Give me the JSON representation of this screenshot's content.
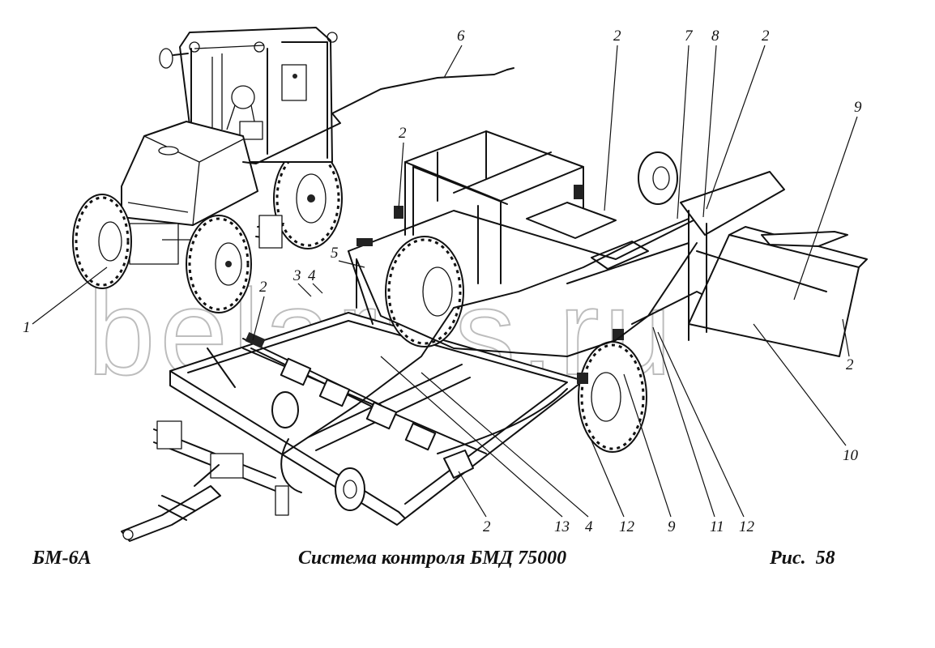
{
  "caption": {
    "model": "БМ-6А",
    "title": "Система контроля  БМД 75000",
    "figure_prefix": "Рис.",
    "figure_number": "58"
  },
  "watermark": "belarus.ru",
  "callouts": [
    {
      "id": "c6",
      "text": "6"
    },
    {
      "id": "c2a",
      "text": "2"
    },
    {
      "id": "c7",
      "text": "7"
    },
    {
      "id": "c8",
      "text": "8"
    },
    {
      "id": "c2b",
      "text": "2"
    },
    {
      "id": "c9a",
      "text": "9"
    },
    {
      "id": "c2c",
      "text": "2"
    },
    {
      "id": "c5",
      "text": "5"
    },
    {
      "id": "c3",
      "text": "3"
    },
    {
      "id": "c4a",
      "text": "4"
    },
    {
      "id": "c2d",
      "text": "2"
    },
    {
      "id": "c1",
      "text": "1"
    },
    {
      "id": "c2e",
      "text": "2"
    },
    {
      "id": "c10",
      "text": "10"
    },
    {
      "id": "c2f",
      "text": "2"
    },
    {
      "id": "c13",
      "text": "13"
    },
    {
      "id": "c4b",
      "text": "4"
    },
    {
      "id": "c12a",
      "text": "12"
    },
    {
      "id": "c9b",
      "text": "9"
    },
    {
      "id": "c11",
      "text": "11"
    },
    {
      "id": "c12b",
      "text": "12"
    }
  ]
}
